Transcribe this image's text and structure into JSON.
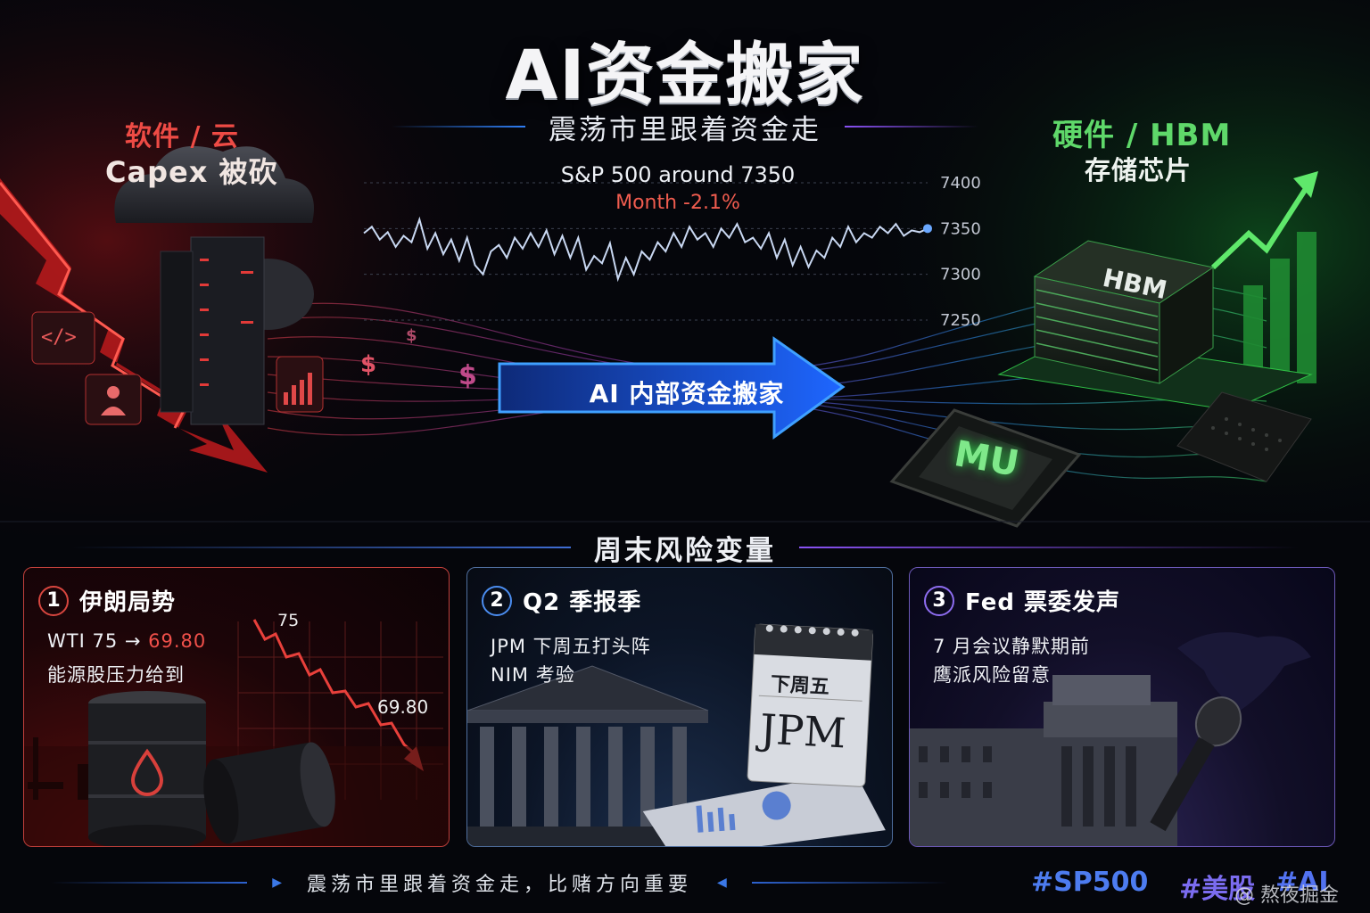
{
  "header": {
    "title": "AI资金搬家",
    "subtitle": "震荡市里跟着资金走"
  },
  "left_panel": {
    "title_line1": "软件 / 云",
    "title_line2": "Capex 被砍",
    "trend": "down",
    "color": "#e8403b"
  },
  "right_panel": {
    "title_line1": "硬件 / HBM",
    "title_line2": "存储芯片",
    "chip_large_label": "HBM",
    "chip_small_label": "MU",
    "trend": "up",
    "color": "#4fd35c"
  },
  "center": {
    "flow_label": "AI 内部资金搬家",
    "dollar_symbol": "$"
  },
  "chart_data": {
    "type": "line",
    "title": "S&P 500 around 7350",
    "subtitle": "Month -2.1%",
    "yticks": [
      7400,
      7350,
      7300,
      7250
    ],
    "ylim": [
      7250,
      7400
    ],
    "grid": true,
    "series": [
      {
        "values": [
          7345,
          7352,
          7338,
          7346,
          7330,
          7342,
          7335,
          7360,
          7328,
          7345,
          7322,
          7338,
          7315,
          7340,
          7310,
          7300,
          7325,
          7332,
          7318,
          7340,
          7328,
          7345,
          7330,
          7348,
          7322,
          7342,
          7318,
          7340,
          7305,
          7320,
          7312,
          7334,
          7295,
          7318,
          7300,
          7325,
          7316,
          7335,
          7325,
          7345,
          7330,
          7352,
          7338,
          7345,
          7330,
          7350,
          7340,
          7355,
          7335,
          7340,
          7328,
          7345,
          7318,
          7338,
          7310,
          7330,
          7308,
          7326,
          7318,
          7340,
          7330,
          7352,
          7335,
          7345,
          7340,
          7352,
          7345,
          7355,
          7342,
          7348,
          7346,
          7350
        ]
      }
    ]
  },
  "risk_section": {
    "title": "周末风险变量",
    "cards": [
      {
        "number": "1",
        "title": "伊朗局势",
        "line1_prefix": "WTI 75 →",
        "line1_highlight": "69.80",
        "line2": "能源股压力给到",
        "chart_start_label": "75",
        "chart_end_label": "69.80"
      },
      {
        "number": "2",
        "title": "Q2 季报季",
        "line1": "JPM 下周五打头阵",
        "line2": "NIM 考验",
        "calendar_header": "下周五",
        "calendar_main": "JPM"
      },
      {
        "number": "3",
        "title": "Fed 票委发声",
        "line1": "7 月会议静默期前",
        "line2": "鹰派风险留意"
      }
    ]
  },
  "footer": {
    "text": "震荡市里跟着资金走，比赌方向重要",
    "tags": [
      "#SP500",
      "#美股",
      "#AI"
    ],
    "watermark": "@ 熬夜掘金"
  }
}
